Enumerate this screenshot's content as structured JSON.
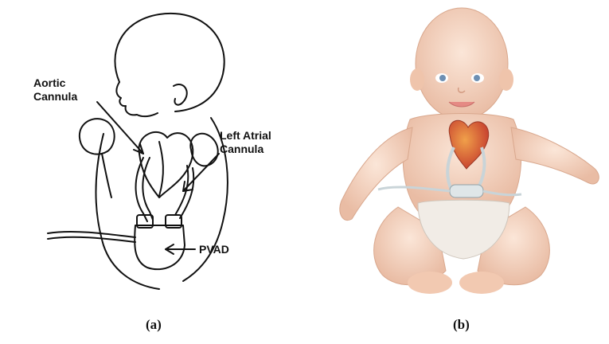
{
  "panel_a": {
    "labels": {
      "aortic_cannula": "Aortic\nCannula",
      "left_atrial_cannula": "Left Atrial\nCannula",
      "pvad": "PVAD"
    },
    "caption": "(a)",
    "style": "line drawing"
  },
  "panel_b": {
    "caption": "(b)",
    "style": "color illustration"
  },
  "colors": {
    "ink": "#111111",
    "skin": "#f6d7c3",
    "skin_shadow": "#e6b59c",
    "heart": "#d9553a",
    "heart_light": "#f0a04a",
    "diaper": "#f1ece6",
    "tube": "#c9d4d8"
  }
}
